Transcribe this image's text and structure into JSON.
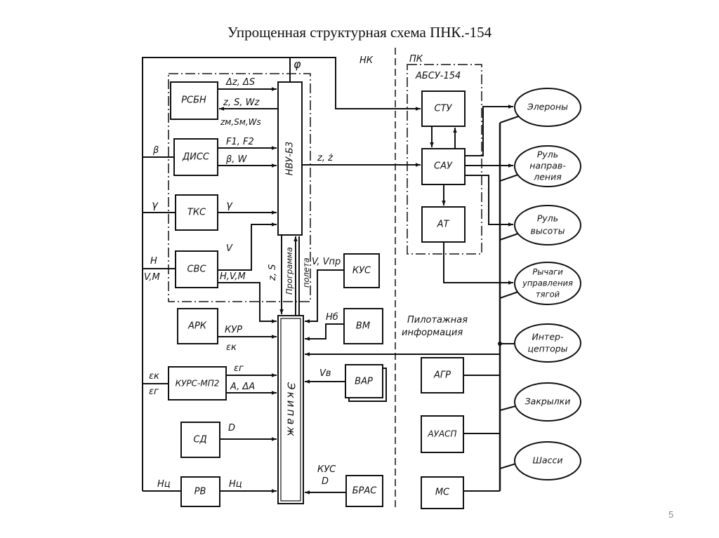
{
  "title": "Упрощенная структурная схема ПНК.-154",
  "page_number": "5",
  "zones": {
    "nk": "НК",
    "pk": "ПК",
    "absu": "АБСУ-154"
  },
  "blocks": {
    "rsbn": "РСБН",
    "diss": "ДИСС",
    "tks": "ТКС",
    "svs": "СВС",
    "nvu": "НВУ-Б3",
    "ekipazh": "Экипаж",
    "ark": "АРК",
    "kurs": "КУРС-МП2",
    "sd": "СД",
    "rv": "РВ",
    "kus": "КУС",
    "vm": "ВМ",
    "var": "ВАР",
    "bras": "БРАС",
    "stu": "СТУ",
    "sau": "САУ",
    "at": "АТ",
    "agr": "АГР",
    "auasp": "АУАСП",
    "ms": "МС"
  },
  "actuators": [
    "Элероны",
    "Руль направ-ления",
    "Руль высоты",
    "Рычаги управления тягой",
    "Интер-цепторы",
    "Закрылки",
    "Шасси"
  ],
  "actuator_lines": [
    [
      "Элероны"
    ],
    [
      "Руль",
      "направ-",
      "ления"
    ],
    [
      "Руль",
      "высоты"
    ],
    [
      "Рычаги",
      "управления",
      "тягой"
    ],
    [
      "Интер-",
      "цепторы"
    ],
    [
      "Закрылки"
    ],
    [
      "Шасси"
    ]
  ],
  "signals": {
    "phi": "φ",
    "dz_ds": "Δz, ΔS",
    "z_s_wz": "z, S, Wz",
    "zm_sm_ws": "zм,Sм,Ws",
    "f1_f2": "F1, F2",
    "beta_w": "β, W",
    "gamma": "γ",
    "v": "V",
    "h_v_m": "H,V,M",
    "beta_in": "β",
    "gamma_in": "γ",
    "h_in": "H",
    "vm_in": "V,M",
    "z_zdot": "z, ż",
    "z_s": "z, S",
    "programma": "Программа",
    "poleta": "полета",
    "v_vpr": "V, Vпр",
    "hb": "Hб",
    "kur": "КУР",
    "ek": "εк",
    "eg": "εг",
    "a_da": "A, ΔA",
    "ek_in": "εк",
    "eg_in": "εг",
    "vv": "Vв",
    "d": "D",
    "hc_in": "Hц",
    "hc": "Hц",
    "kus_bras": "КУС",
    "d_bras": "D"
  },
  "pilot_info": [
    "Пилотажная",
    "информация"
  ]
}
